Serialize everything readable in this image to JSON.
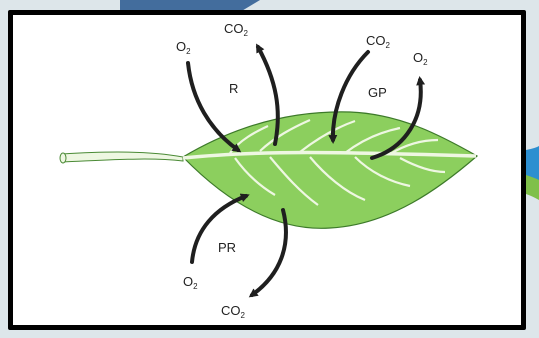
{
  "diagram": {
    "labels": {
      "r": "R",
      "gp": "GP",
      "pr": "PR"
    },
    "gases": {
      "o2_top_left": {
        "base": "O",
        "sub": "2"
      },
      "co2_top_left": {
        "base": "CO",
        "sub": "2"
      },
      "co2_top_right": {
        "base": "CO",
        "sub": "2"
      },
      "o2_top_right": {
        "base": "O",
        "sub": "2"
      },
      "o2_bottom": {
        "base": "O",
        "sub": "2"
      },
      "co2_bottom": {
        "base": "CO",
        "sub": "2"
      }
    },
    "colors": {
      "leaf": "#8ccf5e",
      "leaf_edge": "#3d7a2a",
      "vein": "#eef7e2",
      "arrow": "#1f1f1f",
      "frame": "#000000"
    }
  }
}
